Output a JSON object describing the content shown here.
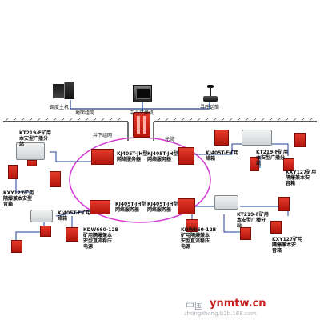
{
  "labels": {
    "dispatch_host": "调度主机",
    "ground_net": "地面组网",
    "center_switch": "中心交换机",
    "pager": "寻呼话筒",
    "underground_net": "井下组网",
    "fiber": "光缆",
    "kt219_top_left": "KT219-F矿用\n本安型广播分\n站",
    "kt219_top_right": "KT219-F矿用\n本安型广播分\n站",
    "kt219_bottom_right": "KT219-F矿用\n本安型广播分\n站",
    "kj405_server_top_left": "KJ405T-JH型\n网络服务器",
    "kj405_server_top_right": "KJ405T-JH型\n网络服务器",
    "kj405_server_bottom_left": "KJ405T-JH型\n网络服务器",
    "kj405_server_bottom_right": "KJ405T-JH型\n网络服务器",
    "kj405_box_top_right": "KJ405T-F矿用\n络箱",
    "kj405_box_left": "KJ405T-F矿用\n络箱",
    "kxy127_right_top": "KXY127矿用\n隔爆兼本安\n音箱",
    "kxy127_left": "KXY127矿用\n隔爆兼本安型\n音箱",
    "kxy127_right_bottom": "KXY127矿用\n隔爆兼本安\n音箱",
    "kdw_left": "KDW660-12B\n矿用隔爆兼本\n安型直流稳压\n电源",
    "kdw_right": "KDW660-12B\n矿用隔爆兼本\n安型直流稳压\n电源"
  },
  "watermark": {
    "cn": "中国",
    "site": "ynmtw.cn",
    "domain": "zhongzhong.b2b.168.com"
  },
  "colors": {
    "ring": "#d63fd6",
    "link": "#1d3f95",
    "equipment_red": "#d52818",
    "cabinet_gray": "#d9dcdf",
    "watermark": "#c81e1e"
  }
}
